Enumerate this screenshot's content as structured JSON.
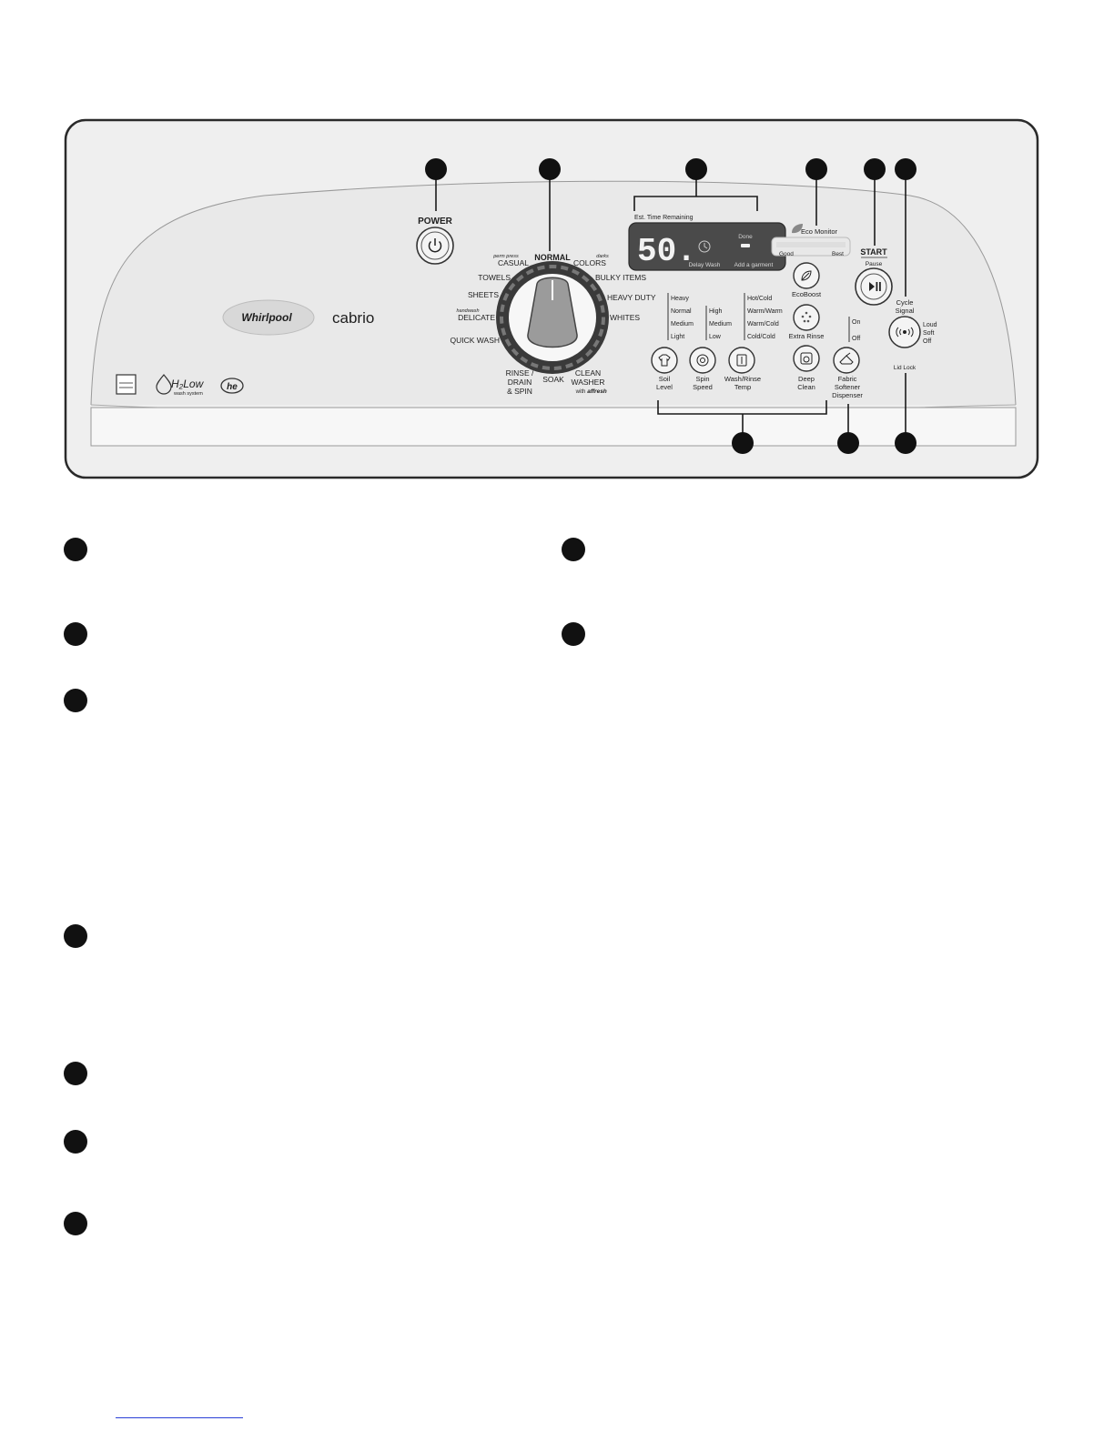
{
  "panel": {
    "power_label": "POWER",
    "brand": {
      "logo_text": "Whirlpool",
      "model_text": "cabrio"
    },
    "badges": {
      "h2low_main": "H₂Low",
      "h2low_sub": "wash system",
      "he_text": "he"
    },
    "cycles": {
      "normal": "NORMAL",
      "casual": "CASUAL",
      "casual_note": "perm press",
      "colors": "COLORS",
      "colors_note": "darks",
      "towels": "TOWELS",
      "bulky_items": "BULKY ITEMS",
      "sheets": "SHEETS",
      "heavy_duty": "HEAVY DUTY",
      "delicate": "DELICATE",
      "delicate_note": "handwash",
      "whites": "WHITES",
      "quick_wash": "QUICK WASH",
      "rinse_drain_spin": [
        "RINSE /",
        "DRAIN",
        "& SPIN"
      ],
      "soak": "SOAK",
      "clean_washer": [
        "CLEAN",
        "WASHER"
      ],
      "clean_washer_with": "with",
      "clean_washer_brand": "affresh"
    },
    "display": {
      "est_time_label": "Est. Time Remaining",
      "digits": "50.",
      "done_label": "Done",
      "delay_wash_label": "Delay Wash",
      "add_garment_label": "Add a garment"
    },
    "eco_monitor": {
      "label": "Eco Monitor",
      "good": "Good",
      "best": "Best"
    },
    "start": {
      "label": "START",
      "sub": "Pause"
    },
    "ecoboost_label": "EcoBoost",
    "extra_rinse_label": "Extra Rinse",
    "on_off": [
      "On",
      "Off"
    ],
    "cycle_signal": {
      "label": [
        "Cycle",
        "Signal"
      ],
      "levels": [
        "Loud",
        "Soft",
        "Off"
      ]
    },
    "lid_lock_label": "Lid Lock",
    "soil_levels": [
      "Heavy",
      "Normal",
      "Medium",
      "Light"
    ],
    "spin_speeds": [
      "High",
      "Medium",
      "Low"
    ],
    "temps": [
      "Hot/Cold",
      "Warm/Warm",
      "Warm/Cold",
      "Cold/Cold"
    ],
    "buttons": {
      "soil": [
        "Soil",
        "Level"
      ],
      "spin": [
        "Spin",
        "Speed"
      ],
      "temp": [
        "Wash/Rinse",
        "Temp"
      ],
      "deep_clean": [
        "Deep",
        "Clean"
      ],
      "softener": [
        "Fabric",
        "Softener",
        "Dispenser"
      ]
    }
  },
  "colors": {
    "panel_fill": "#efefef",
    "panel_stroke": "#2a2a2a",
    "display_bg": "#4a4a4a",
    "dial_ring": "#3a3a3a",
    "knob": "#9b9b9b",
    "footer_link": "#2a3fd6"
  }
}
